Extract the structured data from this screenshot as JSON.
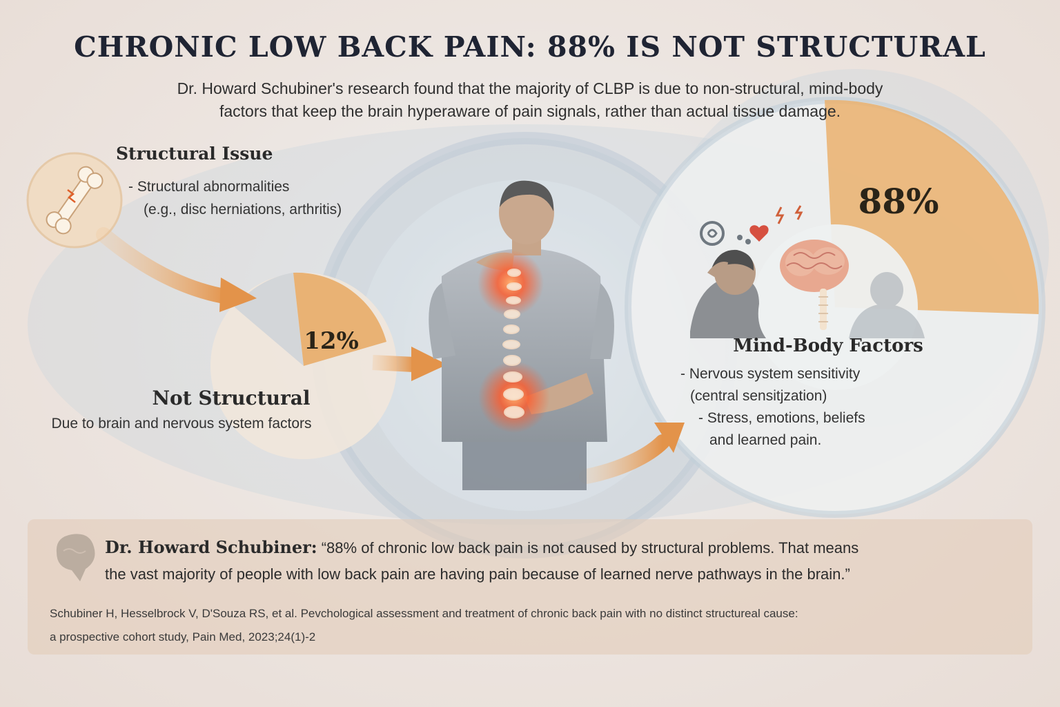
{
  "title": "CHRONIC LOW BACK PAIN: 88% IS NOT STRUCTURAL",
  "subtitle": {
    "line1": "Dr. Howard Schubiner's research found that the majority of CLBP is due to non-structural, mind-body",
    "line2": "factors that keep the brain hyperaware of pain signals, rather than actual tissue damage."
  },
  "structural": {
    "heading": "Structural Issue",
    "line1": "- Structural abnormalities",
    "line2": "(e.g., disc herniations, arthritis)",
    "icon": "bone-icon"
  },
  "not_structural": {
    "percent": "12%",
    "value": 12,
    "heading": "Not Structural",
    "description": "Due to brain and nervous system factors"
  },
  "mind_body": {
    "percent": "88%",
    "value": 88,
    "heading": "Mind-Body Factors",
    "line1": "- Nervous system sensitivity",
    "line2": "(central sensitjzation)",
    "line3": "- Stress, emotions, beliefs",
    "line4": "and learned pain.",
    "icons": [
      "distressed-person-icon",
      "brain-icon",
      "heart-icon",
      "lightning-icon"
    ]
  },
  "quote": {
    "speaker": "Dr. Howard Schubiner:",
    "line1": "“88% of chronic low back pain is not caused by structural problems. That means",
    "line2": "the vast majority of people with low back pain are having pain because of learned nerve pathways in the brain.”",
    "icon": "brain-speech-icon"
  },
  "citation": {
    "line1": "Schubiner H, Hesselbrock V, D'Souza RS, et al. Pevchological assessment and treatment of chronic back pain with no distinct structureal cause:",
    "line2": "a prospective cohort study, Pain Med, 2023;24(1)-2"
  },
  "colors": {
    "accent_orange": "#e8a25a",
    "pain_red": "#ff5a2a",
    "title_navy": "#1f2433",
    "slate_blue": "#b8c6d2"
  }
}
